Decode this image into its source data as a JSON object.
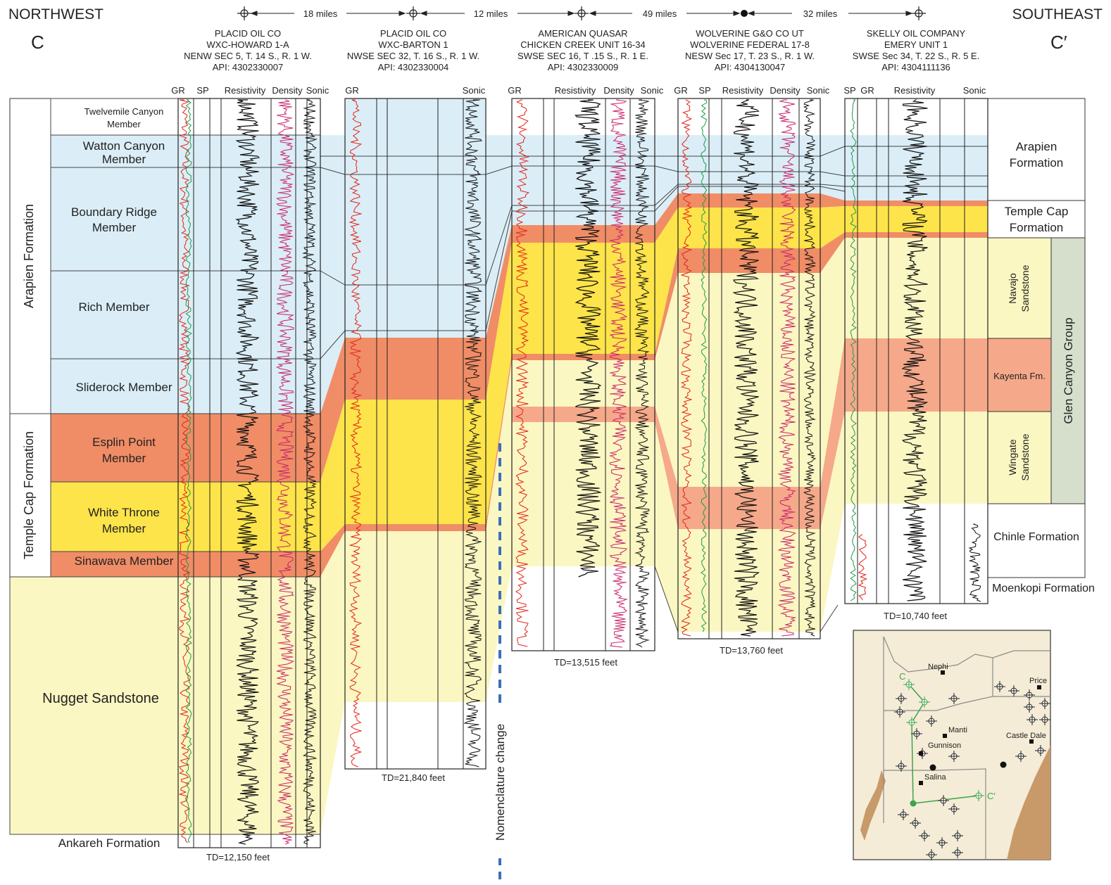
{
  "direction": {
    "left": "NORTHWEST",
    "right": "SOUTHEAST"
  },
  "section_ends": {
    "left": "C",
    "right": "C′"
  },
  "distances": [
    "18 miles",
    "12 miles",
    "49 miles",
    "32 miles"
  ],
  "wells": [
    {
      "operator": "PLACID OIL CO",
      "name": "WXC-HOWARD 1-A",
      "location": "NENW SEC 5, T. 14 S., R. 1 W.",
      "api": "API: 4302330007",
      "td": "TD=12,150 feet",
      "logs": [
        "GR",
        "SP",
        "Resistivity",
        "Density",
        "Sonic"
      ],
      "symbol": "dry-hole-icon"
    },
    {
      "operator": "PLACID OIL CO",
      "name": "WXC-BARTON 1",
      "location": "NWSE SEC 32, T. 16 S., R. 1 W.",
      "api": "API: 4302330004",
      "td": "TD=21,840 feet",
      "logs": [
        "GR",
        "Sonic"
      ],
      "symbol": "dry-hole-icon"
    },
    {
      "operator": "AMERICAN QUASAR",
      "name": "CHICKEN CREEK UNIT 16-34",
      "location": "SWSE SEC 16, T .15 S., R. 1 E.",
      "api": "API: 4302330009",
      "td": "TD=13,515 feet",
      "logs": [
        "GR",
        "Resistivity",
        "Density",
        "Sonic"
      ],
      "symbol": "dry-hole-icon"
    },
    {
      "operator": "WOLVERINE G&O CO UT",
      "name": "WOLVERINE FEDERAL 17-8",
      "location": "NESW Sec 17, T. 23 S., R. 1 W.",
      "api": "API: 4304130047",
      "td": "TD=13,760 feet",
      "logs": [
        "GR",
        "SP",
        "Resistivity",
        "Density",
        "Sonic"
      ],
      "symbol": "oil-well-icon"
    },
    {
      "operator": "SKELLY OIL COMPANY",
      "name": "EMERY UNIT 1",
      "location": "SWSE Sec 34, T. 22 S., R. 5 E.",
      "api": "API: 4304111136",
      "td": "TD=10,740 feet",
      "logs": [
        "SP",
        "GR",
        "Resistivity",
        "Sonic"
      ],
      "symbol": "dry-hole-icon"
    }
  ],
  "left_units": {
    "formations": [
      "Arapien Formation",
      "Temple Cap Formation"
    ],
    "members": [
      [
        "Twelvemile Canyon",
        "Member"
      ],
      [
        "Watton Canyon",
        "Member"
      ],
      [
        "Boundary Ridge",
        "Member"
      ],
      [
        "Rich Member"
      ],
      [
        "Sliderock Member"
      ],
      [
        "Esplin Point",
        "Member"
      ],
      [
        "White Throne",
        "Member"
      ],
      [
        "Sinawava Member"
      ],
      [
        "Nugget Sandstone"
      ],
      [
        "Ankareh Formation"
      ]
    ]
  },
  "right_units": {
    "formations": [
      [
        "Arapien",
        "Formation"
      ],
      [
        "Temple Cap",
        "Formation"
      ],
      [
        "Navajo",
        "Sandstone"
      ],
      [
        "Kayenta Fm."
      ],
      [
        "Wingate",
        "Sandstone"
      ],
      [
        "Chinle Formation"
      ],
      [
        "Moenkopi Formation"
      ]
    ],
    "group": "Glen Canyon Group"
  },
  "nomenclature_note": "Nomenclature change",
  "map": {
    "towns": [
      "Nephi",
      "Price",
      "Manti",
      "Gunnison",
      "Castle Dale",
      "Salina"
    ],
    "line_labels": [
      "C",
      "C′"
    ]
  },
  "colors": {
    "arapien_blue": "#dbeef7",
    "orange": "#f08d66",
    "yellow": "#fde44a",
    "pale_yellow": "#fbf7c2",
    "kayenta_salmon": "#f5a98a",
    "glen_canyon": "#d6dfcc",
    "gr_curve": "#e2231a",
    "sp_curve": "#1a9a48",
    "density_curve": "#c8246b",
    "nomenclature_line": "#3d6fb8",
    "map_land": "#f4ecd6",
    "map_desert": "#c89a6a",
    "map_line": "#3fa34d"
  }
}
